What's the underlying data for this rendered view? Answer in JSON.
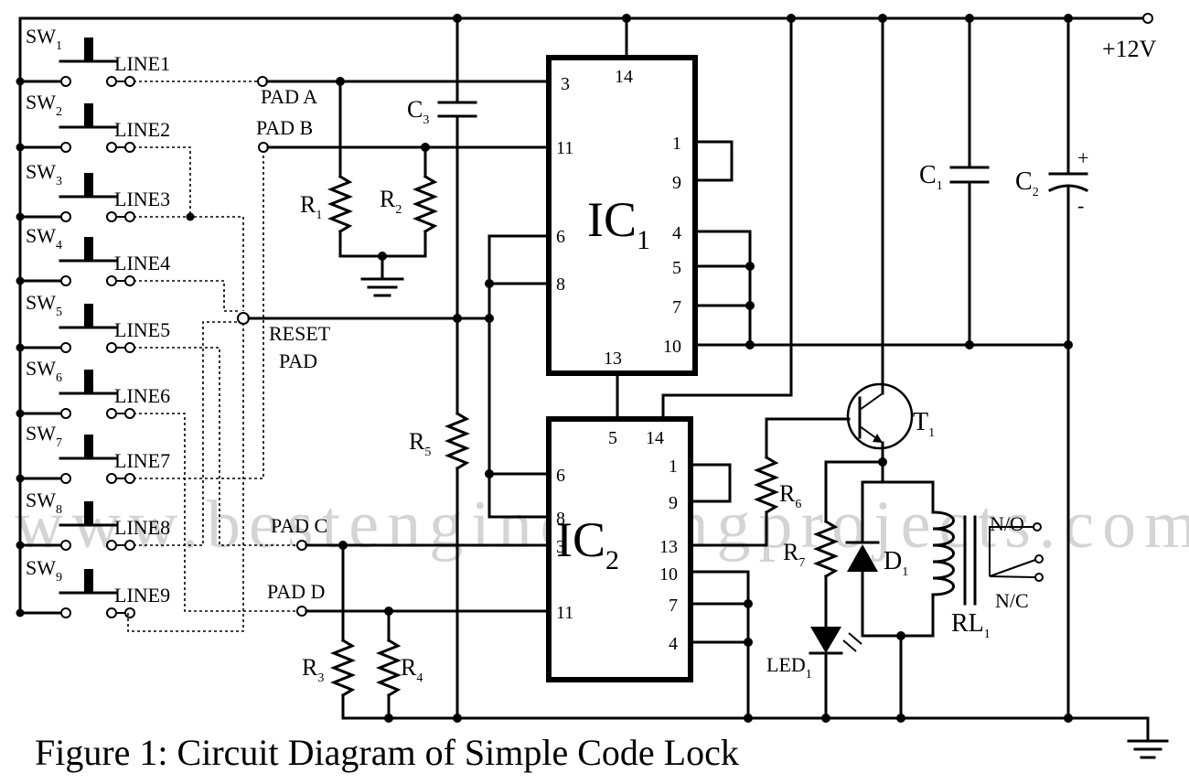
{
  "watermark": "www.bestengineeringprojects.com",
  "caption": "Figure 1: Circuit Diagram of Simple Code Lock",
  "supply": "+12V",
  "switches": [
    {
      "sw": "SW",
      "n": "1",
      "line": "LINE1"
    },
    {
      "sw": "SW",
      "n": "2",
      "line": "LINE2"
    },
    {
      "sw": "SW",
      "n": "3",
      "line": "LINE3"
    },
    {
      "sw": "SW",
      "n": "4",
      "line": "LINE4"
    },
    {
      "sw": "SW",
      "n": "5",
      "line": "LINE5"
    },
    {
      "sw": "SW",
      "n": "6",
      "line": "LINE6"
    },
    {
      "sw": "SW",
      "n": "7",
      "line": "LINE7"
    },
    {
      "sw": "SW",
      "n": "8",
      "line": "LINE8"
    },
    {
      "sw": "SW",
      "n": "9",
      "line": "LINE9"
    }
  ],
  "pads": {
    "a": "PAD A",
    "b": "PAD B",
    "c": "PAD C",
    "d": "PAD D",
    "reset1": "RESET",
    "reset2": "PAD"
  },
  "components": {
    "c1": {
      "l": "C",
      "n": "1"
    },
    "c2": {
      "l": "C",
      "n": "2"
    },
    "c3": {
      "l": "C",
      "n": "3"
    },
    "r1": {
      "l": "R",
      "n": "1"
    },
    "r2": {
      "l": "R",
      "n": "2"
    },
    "r3": {
      "l": "R",
      "n": "3"
    },
    "r4": {
      "l": "R",
      "n": "4"
    },
    "r5": {
      "l": "R",
      "n": "5"
    },
    "r6": {
      "l": "R",
      "n": "6"
    },
    "r7": {
      "l": "R",
      "n": "7"
    },
    "t1": {
      "l": "T",
      "n": "1"
    },
    "d1": {
      "l": "D",
      "n": "1"
    },
    "led1": {
      "l": "LED",
      "n": "1"
    },
    "rl1": {
      "l": "RL",
      "n": "1"
    }
  },
  "polarity": {
    "plus": "+",
    "minus": "-"
  },
  "relay": {
    "no": "N/O",
    "nc": "N/C"
  },
  "ic1": {
    "l": "IC",
    "n": "1",
    "pins": {
      "p3": "3",
      "p14": "14",
      "p11": "11",
      "p6": "6",
      "p8": "8",
      "p13": "13",
      "p1": "1",
      "p9": "9",
      "p4": "4",
      "p5": "5",
      "p7": "7",
      "p10": "10"
    }
  },
  "ic2": {
    "l": "IC",
    "n": "2",
    "pins": {
      "p5": "5",
      "p14": "14",
      "p6": "6",
      "p8": "8",
      "p3": "3",
      "p11": "11",
      "p1": "1",
      "p9": "9",
      "p13": "13",
      "p10": "10",
      "p7": "7",
      "p4": "4"
    }
  }
}
